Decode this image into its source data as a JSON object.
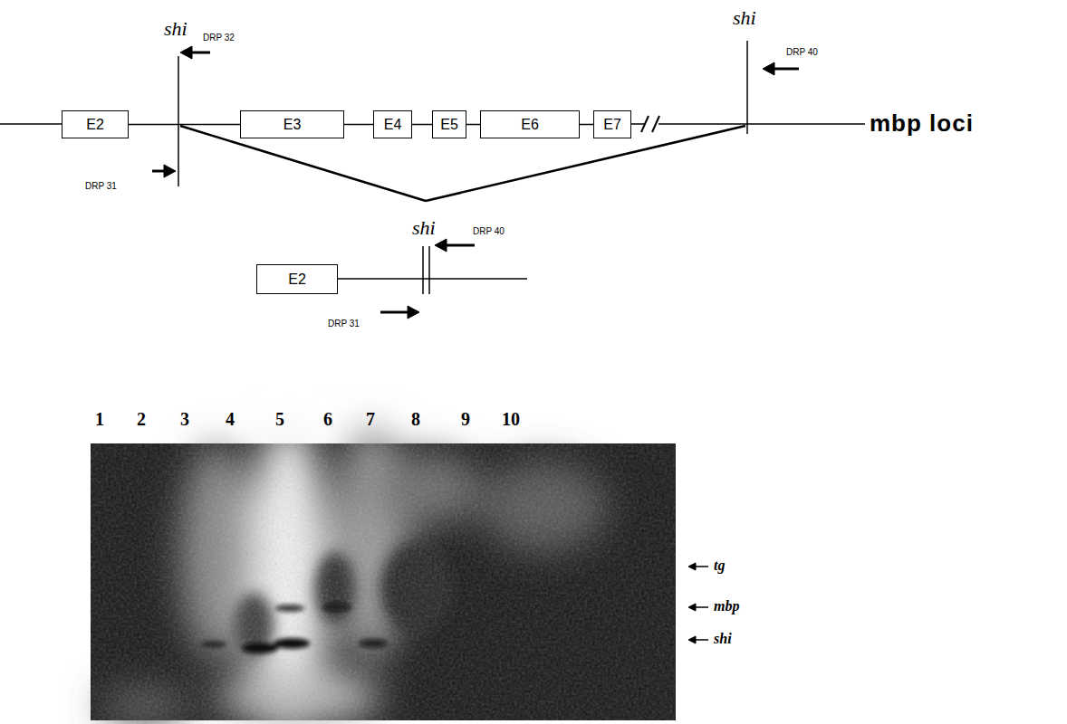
{
  "diagram": {
    "nodes": [
      {
        "text": [
          "E2"
        ]
      },
      {
        "text": [
          "E3"
        ]
      },
      {
        "text": [
          "E4"
        ]
      },
      {
        "text": [
          "E5"
        ]
      },
      {
        "text": [
          "E6"
        ]
      },
      {
        "text": [
          "E7"
        ]
      },
      {
        "text": [
          "E2"
        ]
      }
    ],
    "edges": [
      {
        "from": 0,
        "to": 1,
        "arrow": "none"
      },
      {
        "from": 1,
        "to": 2,
        "arrow": "none"
      },
      {
        "from": 2,
        "to": 3,
        "arrow": "none"
      },
      {
        "from": 3,
        "to": 4,
        "arrow": "none"
      },
      {
        "from": 4,
        "to": 5,
        "arrow": "none"
      }
    ],
    "labels": [
      "shi",
      "DRP 32",
      "DRP 31",
      "shi",
      "DRP 40",
      "mbp loci",
      "shi",
      "DRP 40",
      "DRP 31",
      "1",
      "2",
      "3",
      "4",
      "5",
      "6",
      "7",
      "8",
      "9",
      "10",
      "tg",
      "mbp",
      "shi"
    ]
  }
}
